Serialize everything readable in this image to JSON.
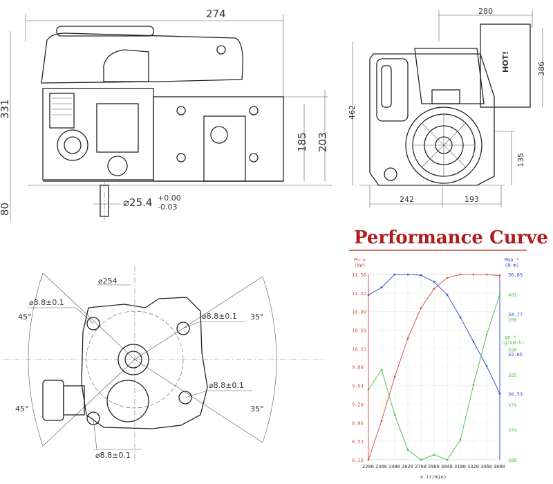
{
  "front_view": {
    "dims": {
      "width": "274",
      "height": "331",
      "height_185": "185",
      "height_203": "203",
      "shaft_len": "80",
      "shaft_dia": "⌀25.4",
      "tol_upper": "+0.00",
      "tol_lower": "-0.03"
    }
  },
  "side_view": {
    "dims": {
      "top": "280",
      "height_total": "462",
      "height_386": "386",
      "height_135": "135",
      "bottom_left": "242",
      "bottom_right": "193"
    },
    "brand": "HOT!"
  },
  "bottom_view": {
    "dims": {
      "bolt_circle": "⌀254",
      "hole_tl": "⌀8.8±0.1",
      "hole_tr": "⌀8.8±0.1",
      "hole_br": "⌀8.8±0.1",
      "hole_bl": "⌀8.8±0.1",
      "angle_tl": "45°",
      "angle_tr": "35°",
      "angle_bl": "45°",
      "angle_br": "35°"
    }
  },
  "performance": {
    "title": "Performance Curve",
    "left_axis_label_1": "Po-o",
    "left_axis_label_2": "(kW)",
    "right_axis_label_1": "Mmo *",
    "right_axis_label_2": "(N·m)",
    "right2_axis_label_1": "ge  *",
    "right2_axis_label_2": "(g/kW·h)",
    "x_axis_label": "n (r/min)",
    "colors": {
      "power": "#d9534f",
      "torque": "#3b4fd4",
      "fuel": "#55c455",
      "title": "#b01c1c"
    }
  },
  "chart_data": {
    "type": "line",
    "x": [
      2200,
      2340,
      2480,
      2620,
      2760,
      2900,
      3040,
      3180,
      3320,
      3460,
      3600
    ],
    "x_ticks": [
      "2200",
      "2340",
      "2480",
      "2620",
      "2760",
      "2900",
      "3040",
      "3180",
      "3320",
      "3460",
      "3600"
    ],
    "series": [
      {
        "axis": "power",
        "values": [
          8.19,
          8.9,
          9.7,
          10.4,
          10.95,
          11.3,
          11.5,
          11.56,
          11.56,
          11.56,
          11.54
        ]
      },
      {
        "axis": "torque",
        "values": [
          35.8,
          36.2,
          36.89,
          36.89,
          36.85,
          36.5,
          35.8,
          34.6,
          33.3,
          32.0,
          30.53
        ]
      },
      {
        "axis": "fuel",
        "values": [
          382,
          386,
          377,
          370,
          368,
          369,
          368,
          372,
          383,
          393,
          401
        ]
      }
    ],
    "left_ticks": [
      "8.19",
      "8.53",
      "8.86",
      "9.20",
      "9.54",
      "9.88",
      "10.21",
      "10.55",
      "10.89",
      "11.22",
      "11.56"
    ],
    "torque_ticks": [
      "30.53",
      "32.65",
      "34.77",
      "36.89"
    ],
    "fuel_ticks": [
      "368",
      "374",
      "379",
      "385",
      "390",
      "396",
      "401"
    ],
    "ylim_power": [
      8.19,
      11.56
    ],
    "ylim_torque": [
      27.0,
      36.89
    ],
    "ylim_fuel": [
      368,
      405
    ]
  }
}
